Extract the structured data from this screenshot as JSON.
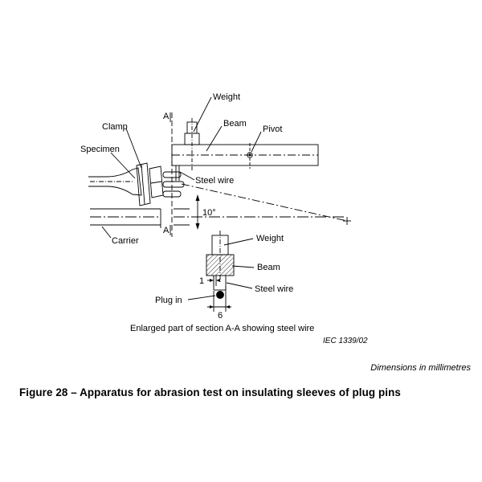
{
  "labels": {
    "weight_top": "Weight",
    "beam_top": "Beam",
    "pivot": "Pivot",
    "clamp": "Clamp",
    "specimen": "Specimen",
    "steel_wire_top": "Steel wire",
    "angle": "10°",
    "carrier": "Carrier",
    "section_a_top": "A",
    "section_a_bottom": "A",
    "weight_detail": "Weight",
    "beam_detail": "Beam",
    "steel_wire_detail": "Steel wire",
    "plug_in": "Plug in",
    "dim_1": "1",
    "dim_6": "6",
    "detail_caption": "Enlarged part of section A-A showing steel wire",
    "iec_ref": "IEC   1339/02"
  },
  "dimensions_note": "Dimensions in millimetres",
  "figure_caption": "Figure 28 – Apparatus for abrasion test on insulating sleeves of plug pins"
}
